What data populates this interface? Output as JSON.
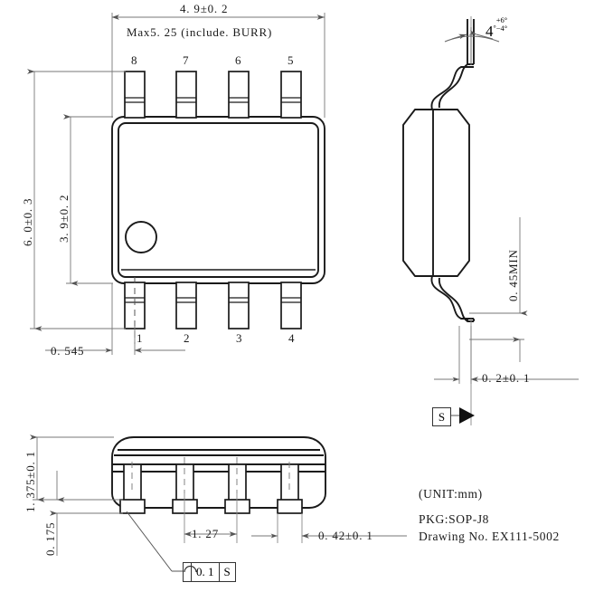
{
  "drawing": {
    "title_block": {
      "unit": "(UNIT:mm)",
      "package": "PKG:SOP-J8",
      "drawing_no": "Drawing No. EX111-5002"
    },
    "top_view": {
      "width_dimension": "4. 9±0. 2",
      "burr_note": "Max5. 25 (include. BURR)",
      "body_height_dimension": "3. 9±0. 2",
      "overall_height_dimension": "6. 0±0. 3",
      "lead_offset_dimension": "0. 545",
      "pins_top": [
        "8",
        "7",
        "6",
        "5"
      ],
      "pins_bottom": [
        "1",
        "2",
        "3",
        "4"
      ]
    },
    "side_view": {
      "lead_angle_value": "4",
      "lead_angle_unit": "°",
      "lead_angle_plus": "+6°",
      "lead_angle_minus": "−4°",
      "lead_length_dimension": "0. 45MIN",
      "stand_off_dimension": "0. 2±0. 1",
      "datum_label": "S"
    },
    "front_view": {
      "body_height_dimension": "1. 375±0. 1",
      "seating_plane_dimension": "0. 175",
      "pitch_dimension": "1. 27",
      "lead_width_dimension": "0. 42±0. 1",
      "flatness_symbol": "profile-of-surface",
      "flatness_tolerance": "0. 1",
      "flatness_datum": "S"
    },
    "colors": {
      "line": "#1a1a1a",
      "thin_line": "#808080",
      "background": "#ffffff"
    }
  }
}
